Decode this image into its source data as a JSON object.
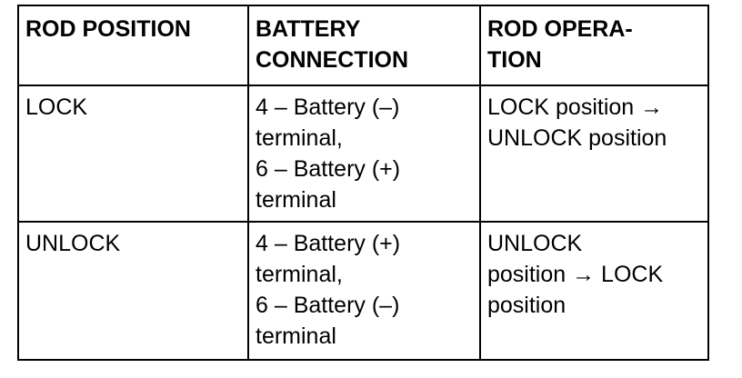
{
  "table": {
    "headers": [
      "ROD POSITION",
      "BATTERY\nCONNECTION",
      "ROD OPERA-\nTION"
    ],
    "rows": [
      {
        "rod_position": "LOCK",
        "battery_connection": "4 – Battery (–)\nterminal,\n6 – Battery (+)\nterminal",
        "rod_operation": "LOCK position →\nUNLOCK position"
      },
      {
        "rod_position": "UNLOCK",
        "battery_connection": "4 – Battery (+)\nterminal,\n6 – Battery (–)\nterminal",
        "rod_operation": "UNLOCK\nposition → LOCK\nposition"
      }
    ]
  }
}
